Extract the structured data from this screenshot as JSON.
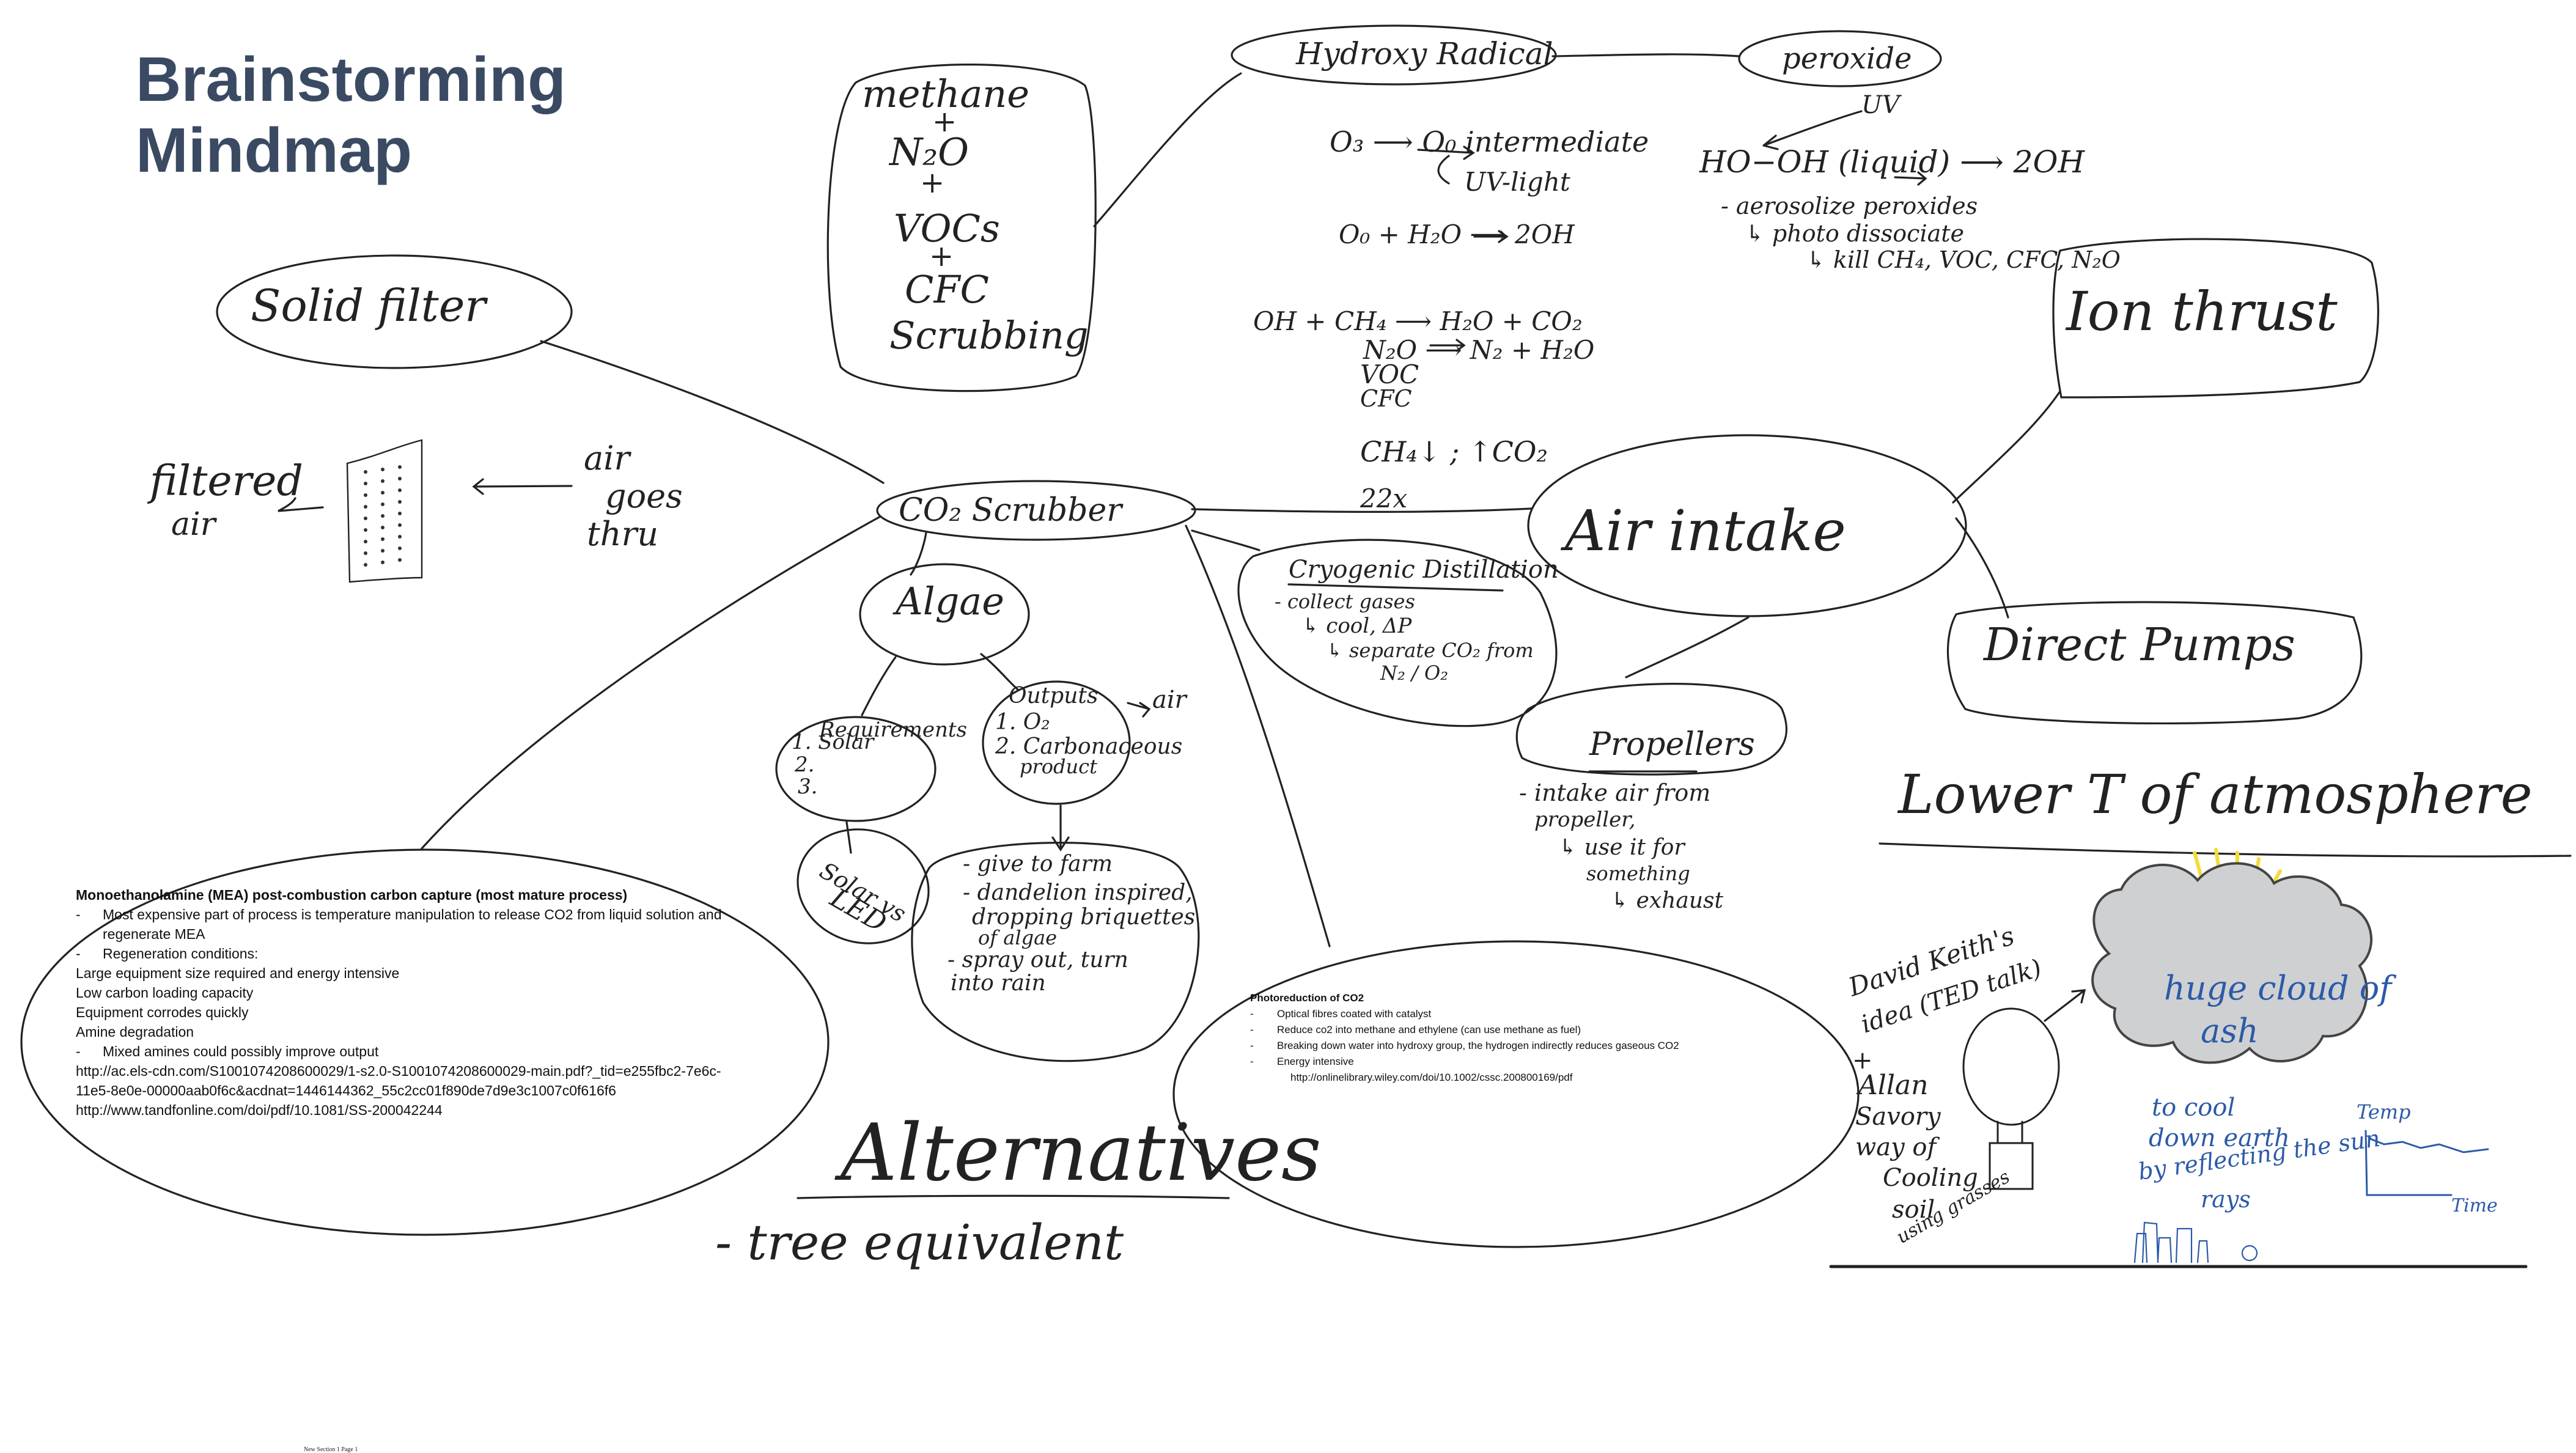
{
  "title": {
    "line1": "Brainstorming",
    "line2": "Mindmap"
  },
  "nodes": {
    "solid_filter": "Solid filter",
    "filtered_air": [
      "filtered",
      "air"
    ],
    "air_goes_thru": [
      "air",
      "goes",
      "thru"
    ],
    "methane_list": [
      "methane",
      "+",
      "N₂O",
      "+",
      "VOCs",
      "+",
      "CFC",
      "Scrubbing"
    ],
    "hydroxy_radical": "Hydroxy Radical",
    "peroxide": "peroxide",
    "co2_scrubber": "CO₂ Scrubber",
    "algae": "Algae",
    "requirements": [
      "Requirements",
      "1. Solar",
      "2.",
      "3."
    ],
    "outputs": [
      "Outputs",
      "1. O₂",
      "2. Carbonaceous",
      "product"
    ],
    "outputs_air": "air",
    "solar_led": [
      "Solar vs",
      "LED"
    ],
    "algae_uses": [
      "- give to farm",
      "- dandelion inspired,",
      "dropping briquettes",
      "of algae",
      "- spray out, turn",
      "into rain"
    ],
    "cryogenic": {
      "title": "Cryogenic Distillation",
      "lines": [
        "- collect gases",
        "↳ cool, ΔP",
        "↳ separate CO₂ from",
        "N₂ / O₂"
      ]
    },
    "air_intake": "Air intake",
    "ion_thrust": "Ion thrust",
    "direct_pumps": "Direct Pumps",
    "propellers": {
      "title": "Propellers",
      "lines": [
        "- intake air from",
        "propeller,",
        "↳ use it for",
        "something",
        "↳ exhaust"
      ]
    },
    "lower_t": "Lower T of atmosphere",
    "alternatives": "Alternatives",
    "tree_equivalent": "- tree equivalent"
  },
  "chemistry": {
    "o3_line": "O₃ ⟶ O₀ intermediate",
    "uv_light": "UV-light",
    "od_h2o": "O₀ + H₂O ⟶ 2OH",
    "oh_reaction": [
      "OH + CH₄ ⟶ H₂O + CO₂",
      "N₂O ⟶ N₂ + H₂O",
      "VOC",
      "CFC"
    ],
    "ch4_co2": "CH₄↓ ; ↑CO₂",
    "ratio": "22x",
    "peroxide_uv": "UV",
    "hooh": "HO−OH (liquid) ⟶ 2OH",
    "peroxide_notes": [
      "- aerosolize peroxides",
      "↳ photo dissociate",
      "↳ kill CH₄, VOC, CFC, N₂O"
    ]
  },
  "mea_box": {
    "header": "Monoethanolamine (MEA) post-combustion carbon capture (most mature process)",
    "items": [
      {
        "dash": "-",
        "text": "Most expensive part of process is temperature manipulation to release CO2 from liquid solution and regenerate MEA"
      },
      {
        "dash": "-",
        "text": "Regeneration conditions:"
      }
    ],
    "sub_items": [
      "Large equipment size required  and energy intensive",
      "Low carbon loading capacity",
      "Equipment corrodes quickly",
      "Amine degradation"
    ],
    "last_item": {
      "dash": "-",
      "text": "Mixed amines could possibly improve output"
    },
    "links": [
      "http://ac.els-cdn.com/S1001074208600029/1-s2.0-S1001074208600029-main.pdf?_tid=e255fbc2-7e6c-11e5-8e0e-00000aab0f6c&acdnat=1446144362_55c2cc01f890de7d9e3c1007c0f616f6",
      "http://www.tandfonline.com/doi/pdf/10.1081/SS-200042244"
    ]
  },
  "photo_box": {
    "header": "Photoreduction of CO2",
    "items": [
      {
        "dash": "-",
        "text": "Optical fibres coated with catalyst"
      },
      {
        "dash": "-",
        "text": "Reduce co2 into methane and ethylene (can use methane as fuel)"
      },
      {
        "dash": "-",
        "text": "Breaking down water into hydroxy group, the hydrogen indirectly reduces gaseous CO2"
      },
      {
        "dash": "-",
        "text": "Energy intensive"
      }
    ],
    "link": "http://onlinelibrary.wiley.com/doi/10.1002/cssc.200800169/pdf"
  },
  "sketch": {
    "david_keith": [
      "David Keith's",
      "idea (TED talk)",
      "+",
      "Allan",
      "Savory",
      "way of",
      "Cooling",
      "soil",
      "using grasses"
    ],
    "ash_cloud": [
      "huge cloud of",
      "ash"
    ],
    "cool_down": [
      "to cool",
      "down earth",
      "by reflecting the sun",
      "rays"
    ],
    "temp_label": "Temp",
    "time_label": "Time",
    "ink_color": "#2c5aa8",
    "sun_color": "#f2dc3c"
  },
  "footer": "New Section 1 Page 1"
}
